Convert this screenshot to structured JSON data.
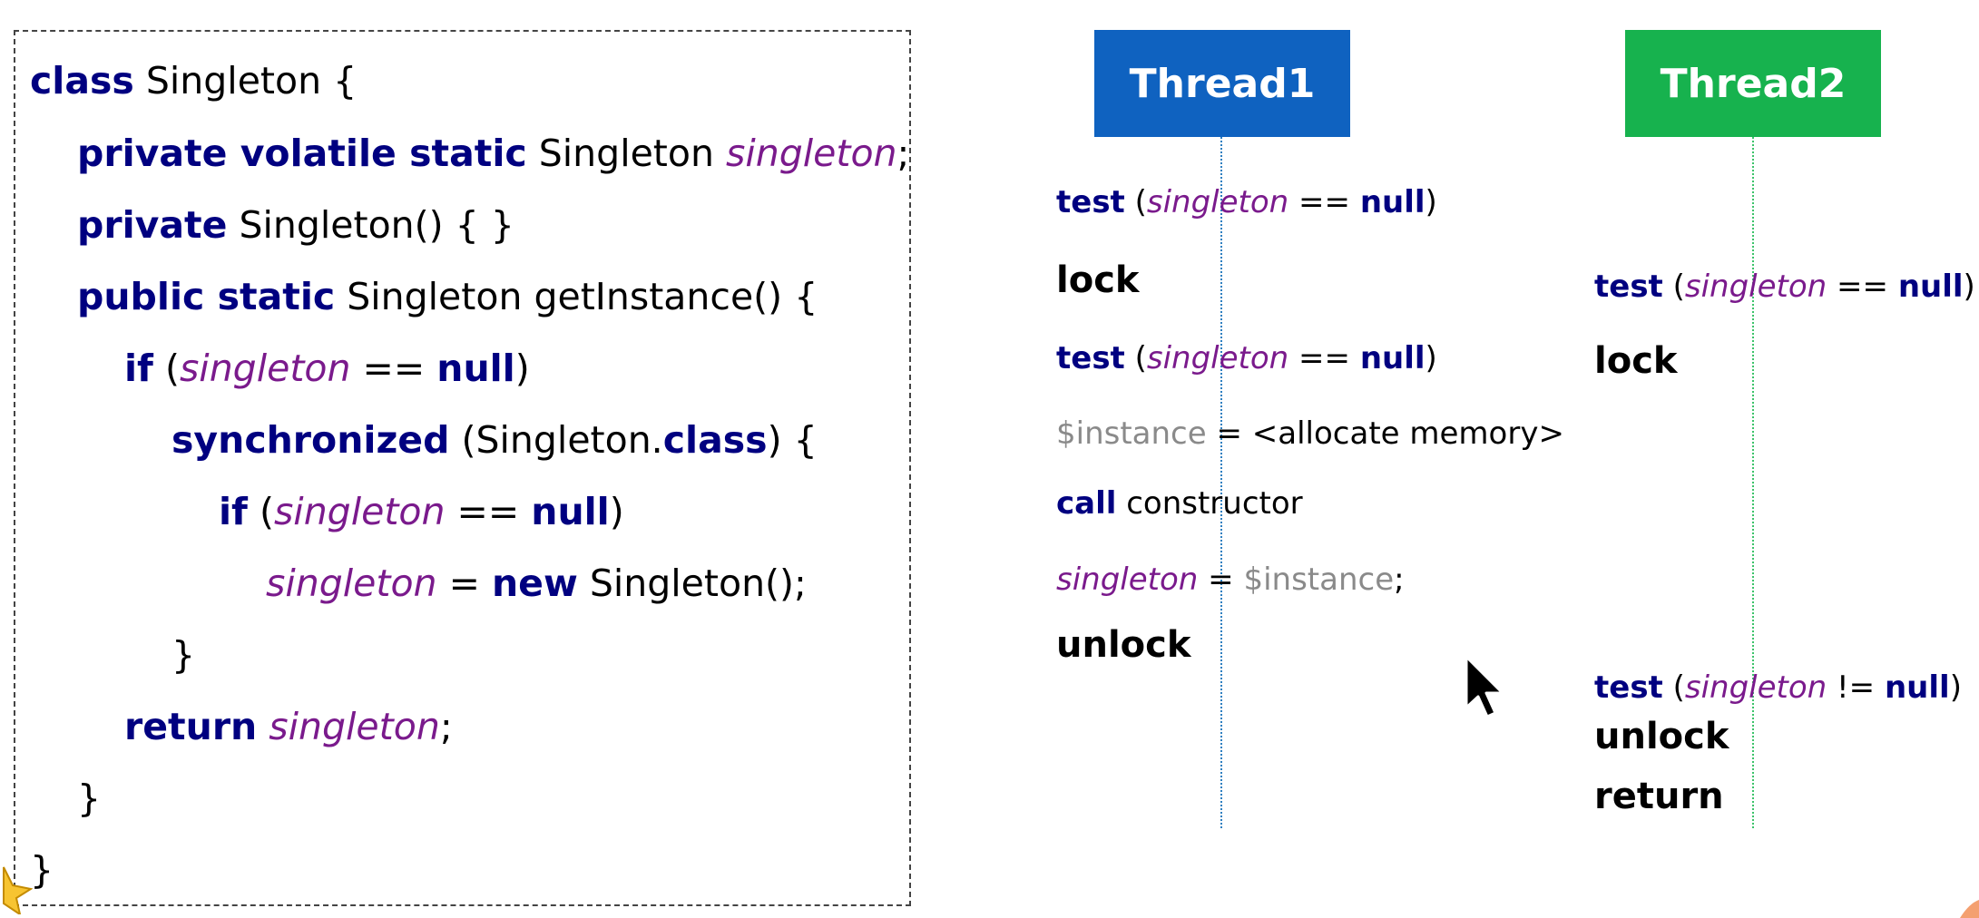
{
  "code": {
    "l1_kw": "class",
    "l1_rest": " Singleton {",
    "l2_kw": "private volatile static",
    "l2_type": " Singleton ",
    "l2_var": "singleton",
    "l2_end": ";",
    "l3_kw": "private",
    "l3_rest": " Singleton() { }",
    "l4_kw": "public static",
    "l4_rest": " Singleton getInstance() {",
    "l5_kw": "if",
    "l5_open": " (",
    "l5_var": "singleton",
    "l5_op": " == ",
    "l5_null": "null",
    "l5_close": ")",
    "l6_kw": "synchronized",
    "l6_mid": " (Singleton.",
    "l6_cls": "class",
    "l6_end": ") {",
    "l7_kw": "if",
    "l7_open": " (",
    "l7_var": "singleton",
    "l7_op": " == ",
    "l7_null": "null",
    "l7_close": ")",
    "l8_var": "singleton",
    "l8_op": " = ",
    "l8_new": "new",
    "l8_rest": " Singleton();",
    "l9": "}",
    "l10_kw": "return",
    "l10_sp": " ",
    "l10_var": "singleton",
    "l10_end": ";",
    "l11": "}",
    "l12": "}"
  },
  "thread1": {
    "title": "Thread1",
    "s1_kw": "test",
    "s1_open": " (",
    "s1_var": "singleton",
    "s1_op": " == ",
    "s1_null": "null",
    "s1_close": ")",
    "s2": "lock",
    "s3_kw": "test",
    "s3_open": " (",
    "s3_var": "singleton",
    "s3_op": " == ",
    "s3_null": "null",
    "s3_close": ")",
    "s4_a": "$instance",
    "s4_b": " = <allocate memory>",
    "s5_kw": "call",
    "s5_rest": " constructor",
    "s6_var": "singleton",
    "s6_op": " = ",
    "s6_inst": "$instance",
    "s6_end": ";",
    "s7": "unlock"
  },
  "thread2": {
    "title": "Thread2",
    "s1_kw": "test",
    "s1_open": " (",
    "s1_var": "singleton",
    "s1_op": " == ",
    "s1_null": "null",
    "s1_close": ")",
    "s2": "lock",
    "s3_kw": "test",
    "s3_open": " (",
    "s3_var": "singleton",
    "s3_op": " != ",
    "s3_null": "null",
    "s3_close": ")",
    "s4": "unlock",
    "s5": "return"
  },
  "colors": {
    "thread1": "#0f62c0",
    "thread2": "#17b24e",
    "keyword": "#000080",
    "variable": "#7a1a8c"
  },
  "icons": [
    "mouse-cursor-icon",
    "star-icon"
  ]
}
